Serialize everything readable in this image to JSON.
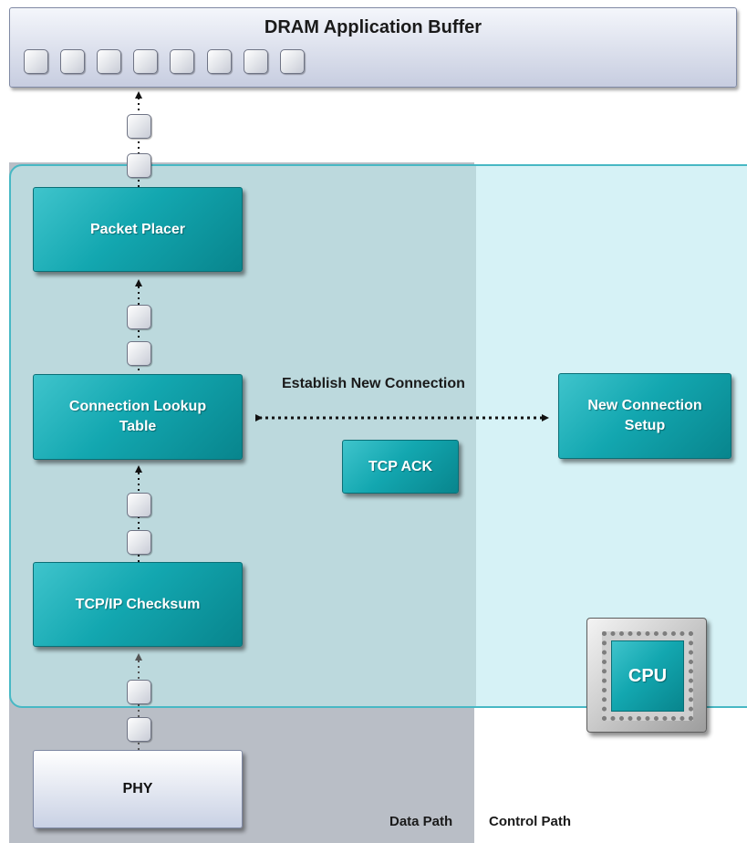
{
  "dram": {
    "title": "DRAM Application Buffer",
    "slot_count": 8
  },
  "blocks": {
    "packet_placer": "Packet Placer",
    "connection_lookup_line1": "Connection Lookup",
    "connection_lookup_line2": "Table",
    "tcp_ip_checksum": "TCP/IP Checksum",
    "tcp_ack": "TCP ACK",
    "new_connection_line1": "New Connection",
    "new_connection_line2": "Setup",
    "phy": "PHY",
    "cpu": "CPU"
  },
  "labels": {
    "establish_new_connection": "Establish New Connection",
    "data_path": "Data Path",
    "control_path": "Control Path"
  },
  "colors": {
    "teal": "#13a7b0",
    "data_path_bg": "#b9bec6",
    "offload_panel_left": "#bcd9dd",
    "offload_panel_right": "#d6f2f6",
    "panel_border": "#47b8c4"
  }
}
